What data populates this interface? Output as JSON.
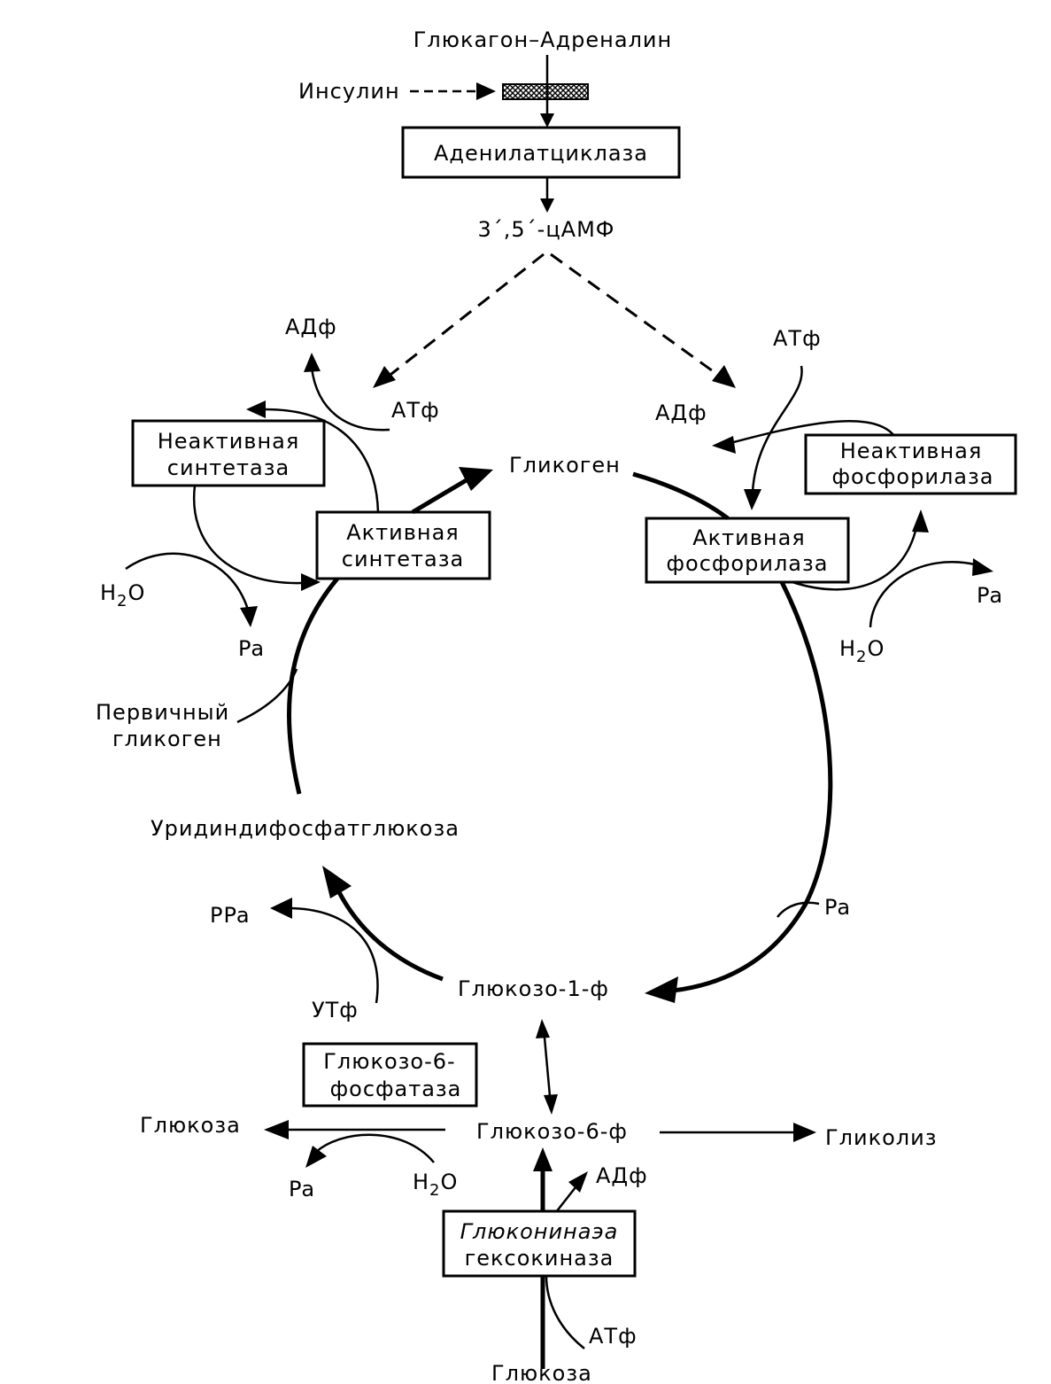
{
  "diagram": {
    "top": {
      "hormones": "Глюкагон–Адреналин",
      "insulin": "Инсулин",
      "adenylate_cyclase": "Аденилатциклаза",
      "camp": "3´,5´-цАМФ"
    },
    "left": {
      "adp": "АДф",
      "atp": "АТф",
      "inactive_synthase_line1": "Неактивная",
      "inactive_synthase_line2": "синтетаза",
      "active_synthase_line1": "Активная",
      "active_synthase_line2": "синтетаза",
      "h2o_h": "H",
      "h2o_sub": "2",
      "h2o_o": "O",
      "pa": "Pa",
      "primary_glycogen_line1": "Первичный",
      "primary_glycogen_line2": "гликоген",
      "udpg": "Уридиндифосфатглюкоза",
      "ppa": "PPa",
      "utp": "УТф"
    },
    "center": {
      "glycogen": "Гликоген",
      "g1p": "Глюкозо-1-ф",
      "g6p": "Глюкозо-6-ф",
      "g6pase_line1": "Глюкозо-6-",
      "g6pase_line2": "фосфатаза",
      "glucose_left": "Глюкоза",
      "pa_bottom": "Pa",
      "h2o_bottom_h": "H",
      "h2o_bottom_sub": "2",
      "h2o_bottom_o": "O",
      "glycolysis": "Гликолиз",
      "adp_bottom": "АДф",
      "kinase_line1": "Глюконинаэа",
      "kinase_line2": "гексокиназа",
      "atp_bottom": "АТф",
      "glucose_bottom": "Глюкоза"
    },
    "right": {
      "atp": "АТф",
      "adp": "АДф",
      "inactive_phosphorylase_line1": "Неактивная",
      "inactive_phosphorylase_line2": "фосфорилаза",
      "active_phosphorylase_line1": "Активная",
      "active_phosphorylase_line2": "фосфорилаза",
      "pa": "Pa",
      "h2o_h": "H",
      "h2o_sub": "2",
      "h2o_o": "O",
      "pa_lower": "Pa"
    }
  }
}
